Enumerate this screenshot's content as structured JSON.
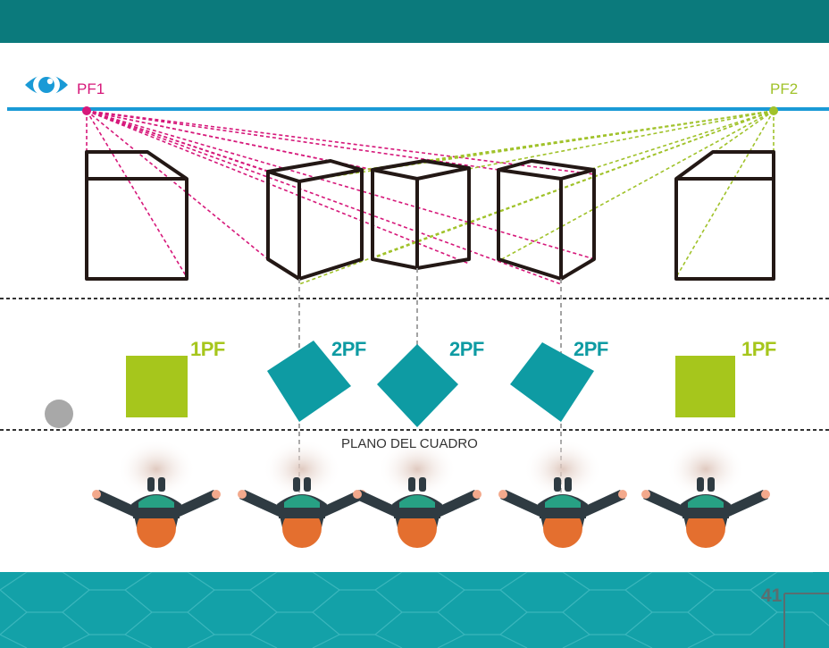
{
  "vanishing_points": {
    "pf1": "PF1",
    "pf2": "PF2"
  },
  "view_labels": [
    {
      "text": "1PF",
      "kind": "one-point"
    },
    {
      "text": "2PF",
      "kind": "two-point"
    },
    {
      "text": "2PF",
      "kind": "two-point"
    },
    {
      "text": "2PF",
      "kind": "two-point"
    },
    {
      "text": "1PF",
      "kind": "one-point"
    }
  ],
  "picture_plane_label": "PLANO DEL CUADRO",
  "page_number": "41",
  "colors": {
    "header": "#0b7a7c",
    "horizon": "#1a9ad6",
    "pf1": "#d6187a",
    "pf2": "#a0c22a",
    "one_point_square": "#a6c61c",
    "two_point_square": "#0e9ba3",
    "footer": "#13a1a8",
    "head": "#e46f2f",
    "jacket": "#2f3b42",
    "collar": "#27a184"
  },
  "icons": {
    "eye": "eye-icon",
    "observer": "observer-figure-icon"
  }
}
